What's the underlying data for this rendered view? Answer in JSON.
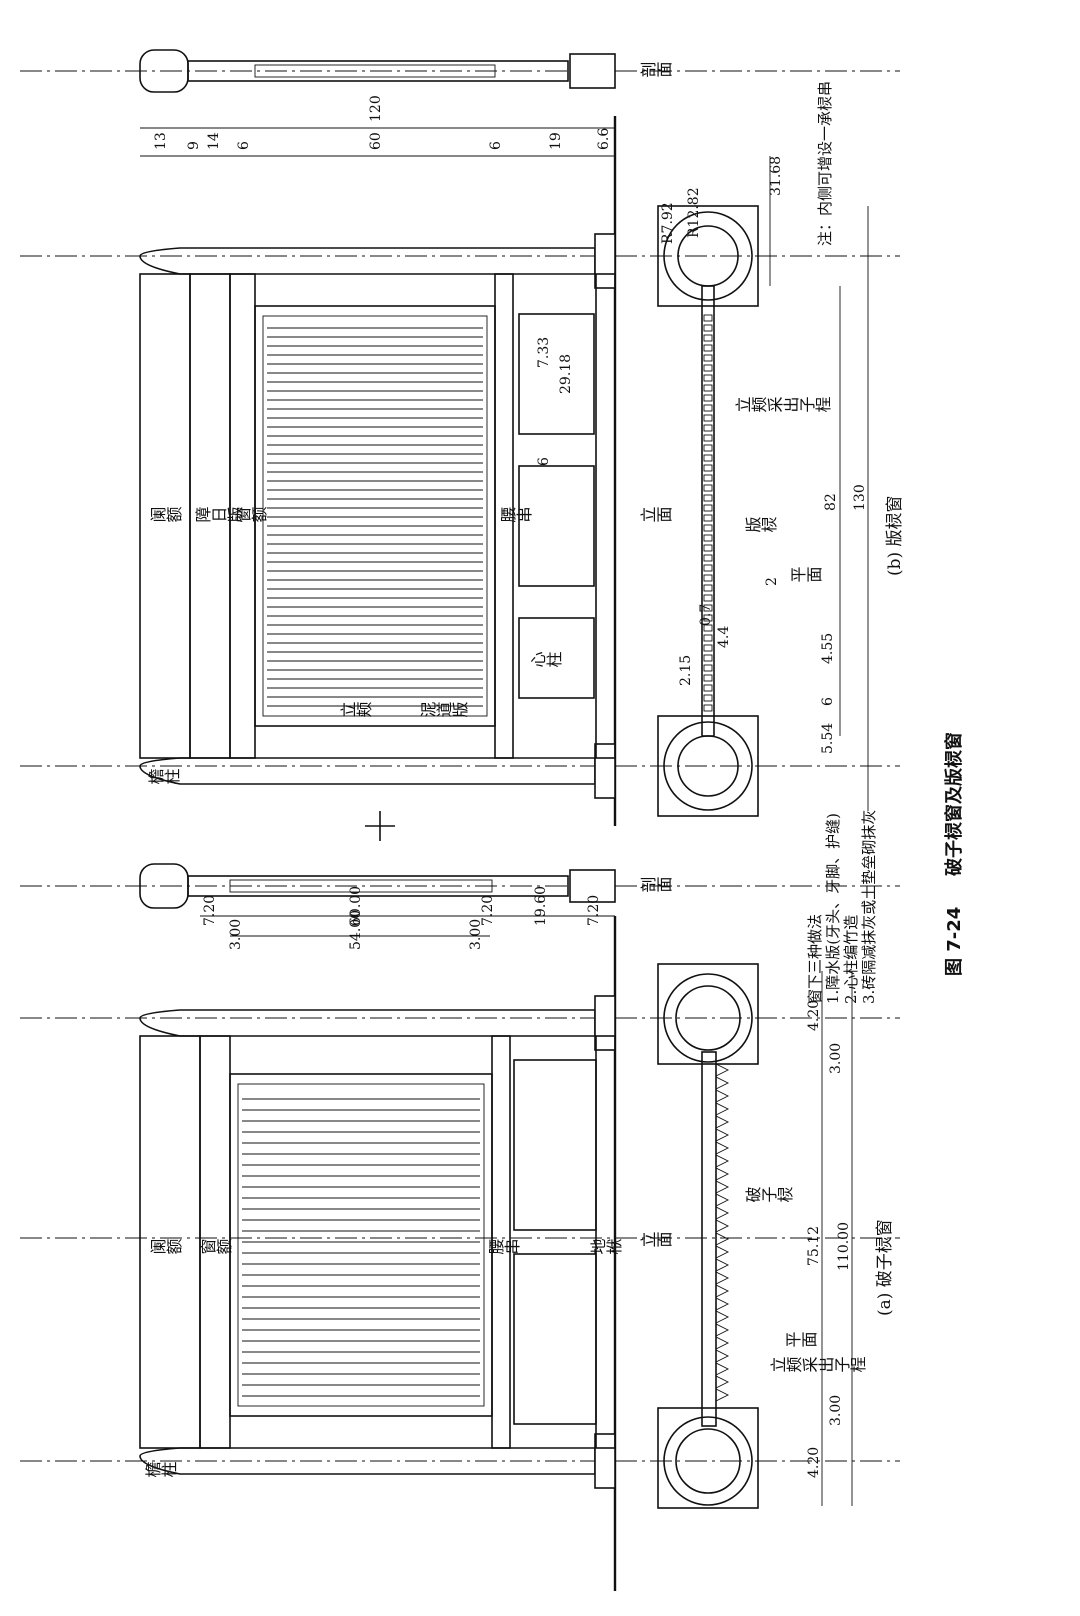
{
  "figure": {
    "number": "图 7-24",
    "title": "破子棂窗及版棂窗"
  },
  "left_drawing": {
    "caption": "(a) 破子棂窗",
    "elevation_label": "立面",
    "plan_label": "平面",
    "section_label": "剖面",
    "components": {
      "lan_e": "阑额",
      "chuang_e": "窗额",
      "yao_chuan": "腰串",
      "di_fu": "地栿",
      "yan_zhu": "檐柱",
      "po_zi_ling": "破子棂",
      "li_jia_cai": "立颊采出子桯"
    },
    "elevation_dims": [
      "7.20",
      "60.00",
      "7.20",
      "19.60",
      "7.20"
    ],
    "elevation_dims_outer": [
      "3.00",
      "54.00",
      "3.00"
    ],
    "plan_dims": [
      "4.20",
      "3.00",
      "75.12",
      "110.00",
      "3.00",
      "4.20"
    ],
    "notes": [
      "窗下三种做法",
      "1.障水版(牙头、牙脚、护缝)",
      "2.心柱编竹造",
      "3.砖隔减抹灰或土垫垒砌抹灰"
    ]
  },
  "right_drawing": {
    "caption": "(b) 版棂窗",
    "elevation_label": "立面",
    "plan_label": "平面",
    "section_label": "剖面",
    "components": {
      "lan_e": "阑额",
      "zhang_ri_ban": "障日版",
      "chuang_e": "窗额",
      "yao_chuan": "腰串",
      "xin_zhu": "心柱",
      "li_jia": "立颊",
      "ni_dao_ban": "泥道版",
      "yan_zhu": "檐柱",
      "ban_ling": "版棂",
      "li_jia_cai": "立颊采出子桯"
    },
    "elevation_dims": [
      "13",
      "9",
      "14",
      "6",
      "60",
      "6",
      "19",
      "6.6"
    ],
    "elevation_total": "120",
    "panel_dims": [
      "7.33",
      "29.18",
      "6"
    ],
    "plan_dims": [
      "0.7",
      "4.4",
      "2.15",
      "2",
      "4.55",
      "6",
      "5.54",
      "82",
      "130"
    ],
    "circle_dims": [
      "R12.82",
      "R7.92",
      "31.68"
    ],
    "note": "注：内侧可增设一承棂串"
  }
}
